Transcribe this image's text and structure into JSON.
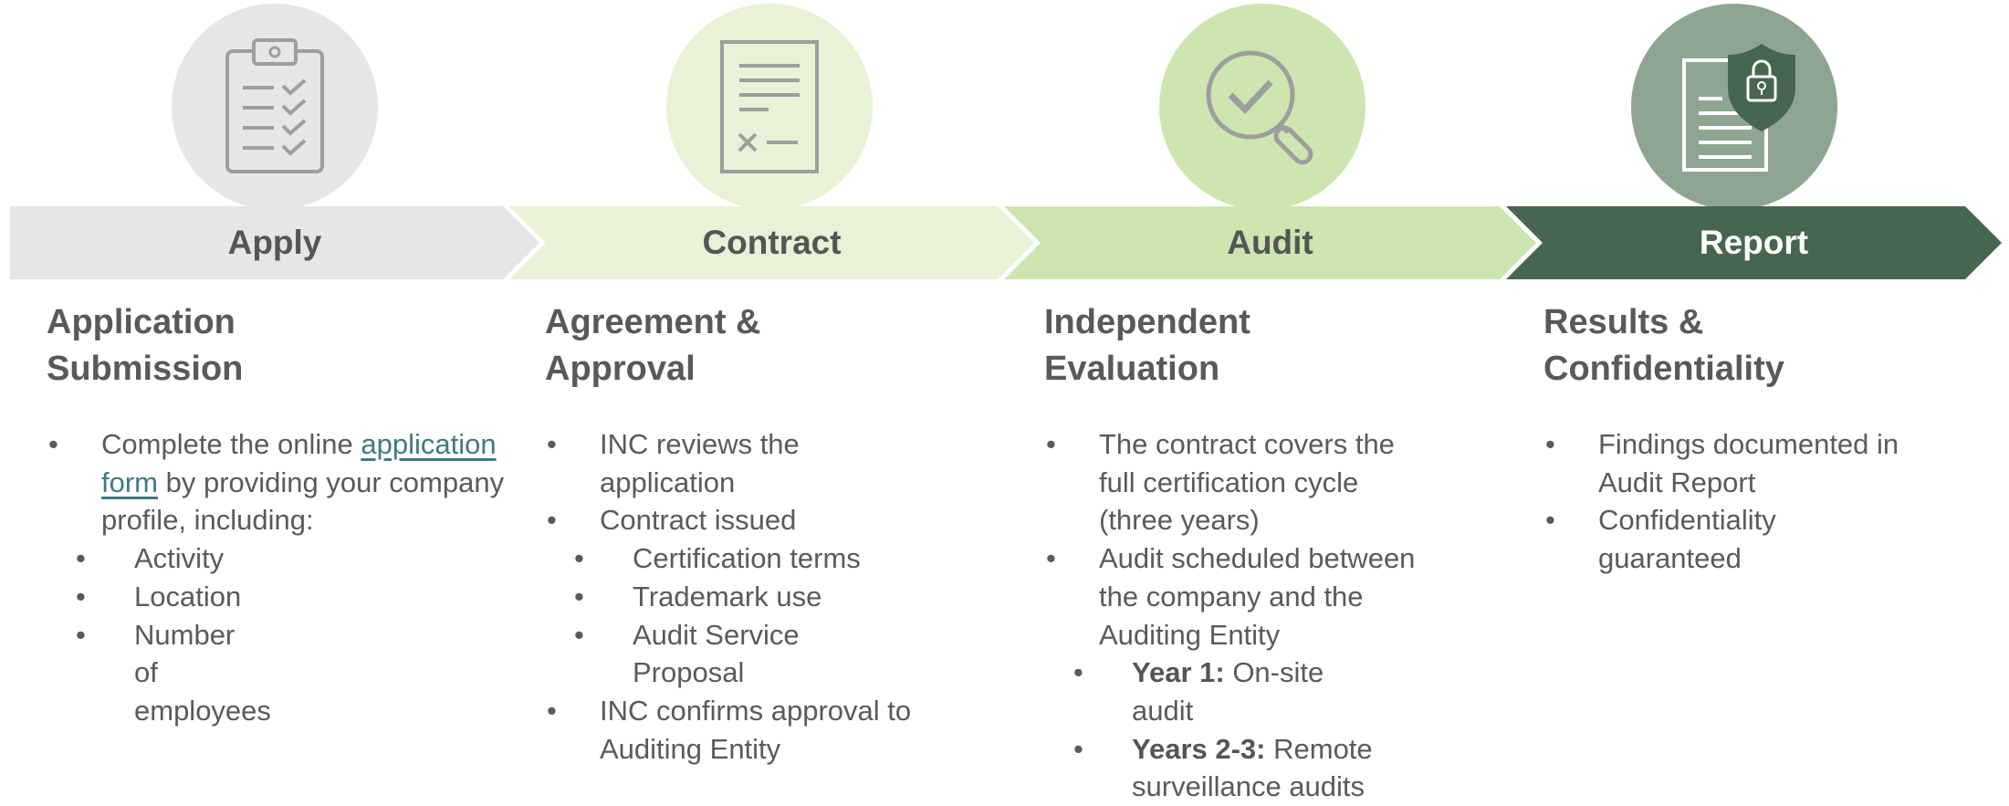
{
  "colors": {
    "apply": "#e6e6e6",
    "contract": "#e8f2d6",
    "audit": "#cde6b0",
    "report": "#476650",
    "report_circle": "#8fa594"
  },
  "stages": [
    {
      "label": "Apply",
      "icon": "clipboard-checklist-icon",
      "heading": [
        "Application",
        "Submission"
      ]
    },
    {
      "label": "Contract",
      "icon": "contract-document-icon",
      "heading": [
        "Agreement &",
        "Approval"
      ]
    },
    {
      "label": "Audit",
      "icon": "magnifier-check-icon",
      "heading": [
        "Independent",
        "Evaluation"
      ]
    },
    {
      "label": "Report",
      "icon": "secure-report-icon",
      "heading": [
        "Results &",
        "Confidentiality"
      ]
    }
  ],
  "apply": {
    "b1_pre": "Complete the online ",
    "b1_link": "application form",
    "b1_post": " by providing your company profile, including:",
    "sub": [
      "Activity",
      "Location",
      "Number of employees"
    ]
  },
  "contract": {
    "b1": "INC reviews the application",
    "b2": "Contract issued",
    "sub": [
      "Certification terms",
      "Trademark use",
      "Audit Service Proposal"
    ],
    "b3": "INC confirms approval to Auditing Entity"
  },
  "audit": {
    "b1": "The contract covers the full certification cycle (three years)",
    "b2": "Audit scheduled between the company and the Auditing Entity",
    "sub": [
      {
        "bold": "Year 1:",
        "text": " On-site audit"
      },
      {
        "bold": "Years 2-3:",
        "text": " Remote surveillance audits"
      }
    ]
  },
  "report": {
    "b1": "Findings documented in Audit Report",
    "b2": "Confidentiality guaranteed"
  }
}
